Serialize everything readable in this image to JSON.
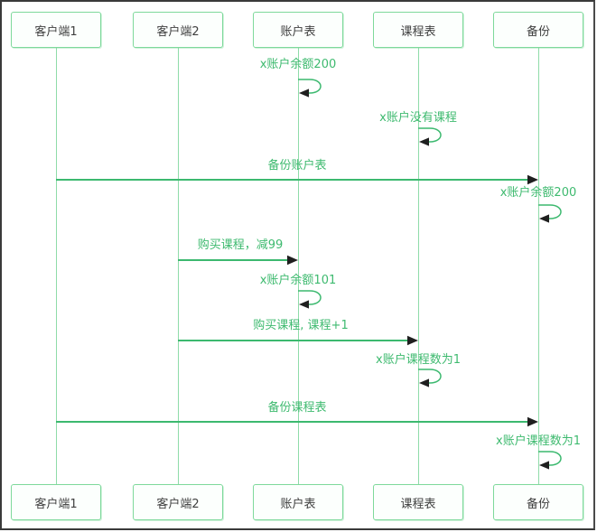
{
  "diagram": {
    "type": "sequence-diagram",
    "colors": {
      "actor_border": "#7ed99b",
      "actor_fill": "#fcfffd",
      "actor_text": "#3f3f3f",
      "lifeline": "#8fdca9",
      "message_line": "#3cb96f",
      "message_text": "#3eba6f",
      "arrowhead": "#1f1f1f",
      "frame_border": "#3a3a3a"
    },
    "actors": [
      {
        "label": "客户端1"
      },
      {
        "label": "客户端2"
      },
      {
        "label": "账户表"
      },
      {
        "label": "课程表"
      },
      {
        "label": "备份"
      }
    ],
    "messages": [
      {
        "kind": "self",
        "on": "账户表",
        "label": "x账户余额200"
      },
      {
        "kind": "self",
        "on": "课程表",
        "label": "x账户没有课程"
      },
      {
        "kind": "arrow",
        "from": "客户端1",
        "to": "备份",
        "label": "备份账户表"
      },
      {
        "kind": "self",
        "on": "备份",
        "label": "x账户余额200"
      },
      {
        "kind": "arrow",
        "from": "客户端2",
        "to": "账户表",
        "label": "购买课程，减99"
      },
      {
        "kind": "self",
        "on": "账户表",
        "label": "x账户余额101"
      },
      {
        "kind": "arrow",
        "from": "客户端2",
        "to": "课程表",
        "label": "购买课程, 课程+1"
      },
      {
        "kind": "self",
        "on": "课程表",
        "label": "x账户课程数为1"
      },
      {
        "kind": "arrow",
        "from": "客户端1",
        "to": "备份",
        "label": "备份课程表"
      },
      {
        "kind": "self",
        "on": "备份",
        "label": "x账户课程数为1"
      }
    ]
  }
}
